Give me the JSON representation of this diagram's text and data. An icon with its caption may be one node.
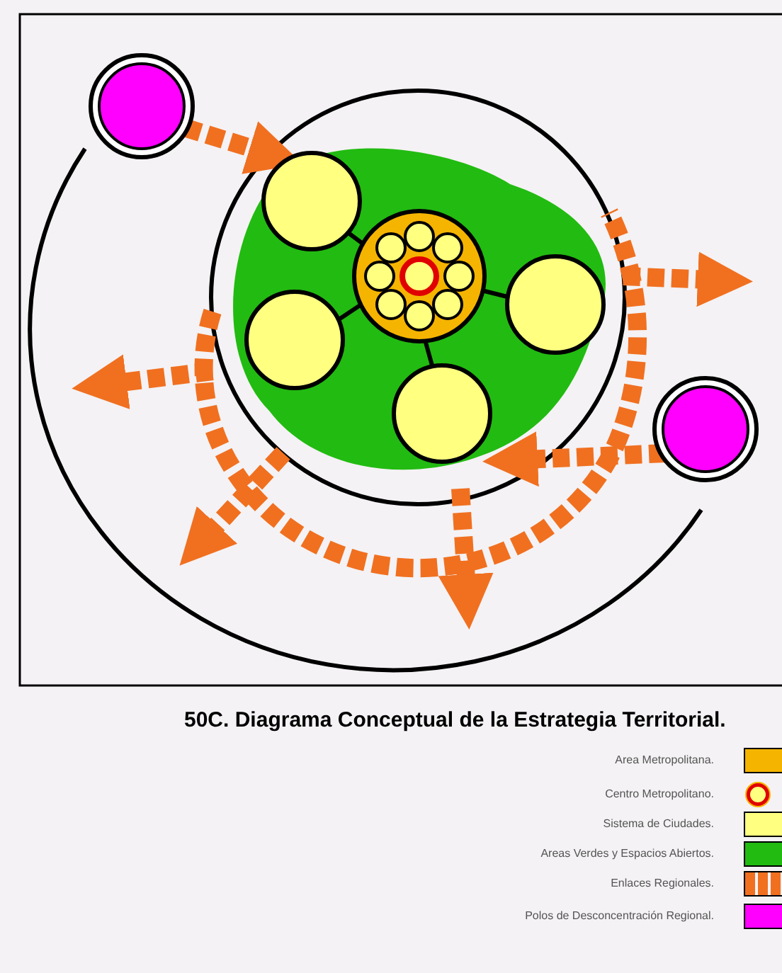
{
  "diagram": {
    "title": "50C. Diagrama Conceptual de la Estrategia Territorial.",
    "legend": [
      {
        "text": "Area Metropolitana.",
        "color": "#f5b400"
      },
      {
        "text": "Centro Metropolitano."
      },
      {
        "text": "Sistema de Ciudades.",
        "color": "#ffff80"
      },
      {
        "text": "Areas Verdes y Espacios Abiertos.",
        "color": "#22bb11"
      },
      {
        "text": "Enlaces Regionales."
      },
      {
        "text": "Polos de Desconcentración Regional.",
        "color": "#ff00ff"
      }
    ]
  }
}
